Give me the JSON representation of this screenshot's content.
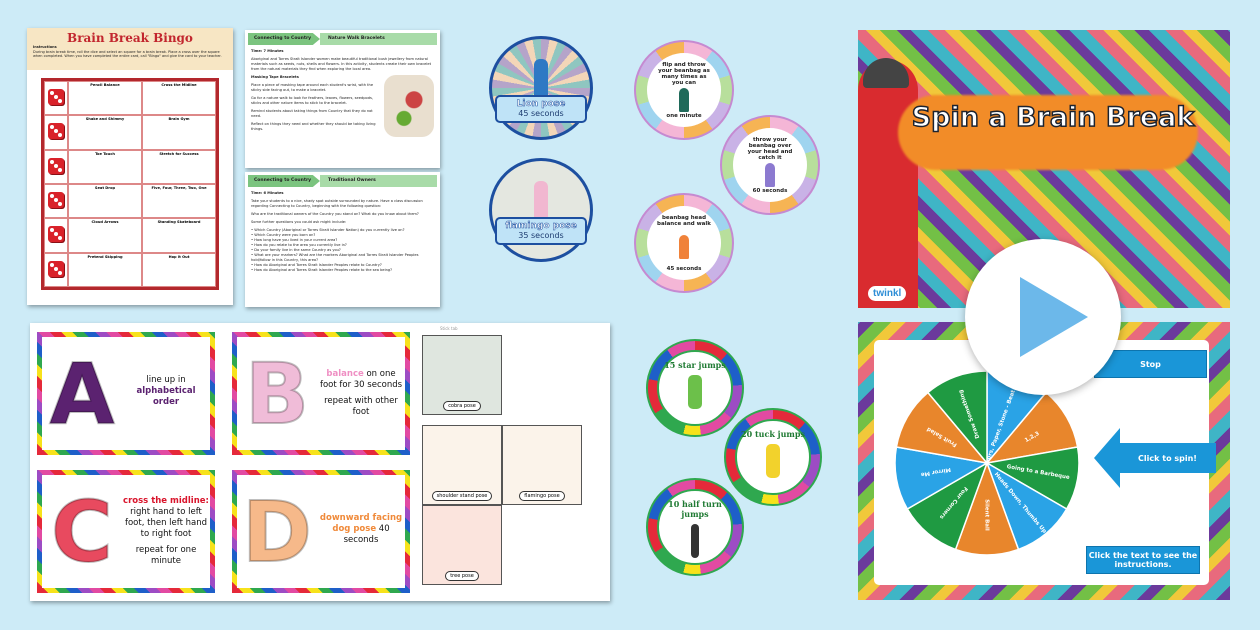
{
  "bingo": {
    "title": "Brain Break Bingo",
    "instructions_label": "Instructions",
    "instructions": "During brain break time, roll the dice and select an square for a brain break. Place a cross over the square when completed. When you have completed the entire card, call \"Bingo\" and give the card to your teacher.",
    "rows": [
      [
        "Pencil Balance",
        "Cross the Midline"
      ],
      [
        "Shake and Shimmy",
        "Brain Gym"
      ],
      [
        "Toe Touch",
        "Stretch for Success"
      ],
      [
        "Seat Drop",
        "Five, Four, Three, Two, One"
      ],
      [
        "Cloud Arrows",
        "Standing Skateboard"
      ],
      [
        "Pretend Skipping",
        "Hop it Out"
      ]
    ]
  },
  "nature_doc": {
    "breadcrumb": "Connecting to Country",
    "title": "Nature Walk Bracelets",
    "time": "Time: 7 Minutes",
    "body": "Aboriginal and Torres Strait Islander women make beautiful traditional bush jewellery from natural materials such as seeds, nuts, shells and flowers. In this activity, students create their own bracelet from the natural materials they find when exploring the local area.",
    "subhead": "Masking Tape Bracelets",
    "steps": [
      "Place a piece of masking tape around each student's wrist, with the sticky side facing out, to make a bracelet.",
      "Go for a nature walk to look for feathers, leaves, flowers, seedpods, sticks and other nature items to stick to the bracelet.",
      "Remind students about taking things from Country that they do not need.",
      "Reflect on things they need and whether they should be taking living things."
    ]
  },
  "owners_doc": {
    "breadcrumb": "Connecting to Country",
    "title": "Traditional Owners",
    "time": "Time: 6 Minutes",
    "body": "Take your students to a nice, shady spot outside surrounded by nature. Have a class discussion regarding Connecting to Country, beginning with the following question:",
    "question": "Who are the traditional owners of the Country you stand on? What do you know about them?",
    "more": "Some further questions you could ask might include:",
    "bullets": [
      "Which Country (Aboriginal or Torres Strait Islander Nation) do you currently live on?",
      "Which Country were you born on?",
      "How long have you lived in your current area?",
      "How do you relate to the area you currently live in?",
      "Do your family live in the same Country as you?",
      "What are your markers? What are the markers Aboriginal and Torres Strait Islander Peoples hold/follow in this Country, this area?",
      "How do Aboriginal and Torres Strait Islander Peoples relate to Country?",
      "How do Aboriginal and Torres Strait Islander Peoples relate to the sea being?"
    ]
  },
  "pose_badges": [
    {
      "name": "Lion pose",
      "time": "45 seconds"
    },
    {
      "name": "flamingo pose",
      "time": "35 seconds"
    }
  ],
  "beanbag_badges": [
    {
      "text": "flip and throw your beanbag as many times as you can",
      "time": "one minute"
    },
    {
      "text": "throw your beanbag over your head and catch it",
      "time": "60 seconds"
    },
    {
      "text": "beanbag head balance and walk",
      "time": "45 seconds"
    }
  ],
  "jump_badges": [
    {
      "text": "15 star jumps"
    },
    {
      "text": "20 tuck jumps"
    },
    {
      "text": "10 half turn jumps"
    }
  ],
  "spin_slide": {
    "title": "Spin a Brain Break",
    "logo": "twinkl"
  },
  "wheel_slide": {
    "stop": "Stop",
    "spin": "Click to spin!",
    "instructions": "Click the text to see the instructions.",
    "segments": [
      {
        "label": "Scissors, Paper, Stone - Beat the Teacher",
        "color": "#2aa3e6"
      },
      {
        "label": "1,2,3",
        "color": "#e8862c"
      },
      {
        "label": "Going to a Barbeque",
        "color": "#1f9a42"
      },
      {
        "label": "Heads Down, Thumbs Up",
        "color": "#2aa3e6"
      },
      {
        "label": "Silent Ball",
        "color": "#e8862c"
      },
      {
        "label": "Four Corners",
        "color": "#1f9a42"
      },
      {
        "label": "Mirror Me",
        "color": "#2aa3e6"
      },
      {
        "label": "Fruit Salad",
        "color": "#e8862c"
      },
      {
        "label": "Draw Something",
        "color": "#1f9a42"
      }
    ]
  },
  "alphabet_cards": [
    {
      "letter": "A",
      "color": "#5b2270",
      "pre": "line up in",
      "hl": "alphabetical order",
      "hl_color": "#5b2270",
      "post": ""
    },
    {
      "letter": "B",
      "color": "#f0bcd8",
      "pre": "",
      "hl": "balance",
      "hl_color": "#ef8fc3",
      "post": "on one foot for 30 seconds",
      "extra": "repeat with other foot"
    },
    {
      "letter": "C",
      "color": "#e84a5f",
      "pre": "",
      "hl": "cross the midline:",
      "hl_color": "#d9142b",
      "post": "right hand to left foot, then left hand to right foot",
      "extra": "repeat for one minute"
    },
    {
      "letter": "D",
      "color": "#f6b98a",
      "pre": "",
      "hl": "downward facing dog pose",
      "hl_color": "#f08a3a",
      "post": "40 seconds"
    }
  ],
  "dice_net": {
    "faces": [
      "cobra pose",
      "shoulder stand pose",
      "flamingo pose",
      "tree pose"
    ],
    "tab": "Stick tab"
  }
}
